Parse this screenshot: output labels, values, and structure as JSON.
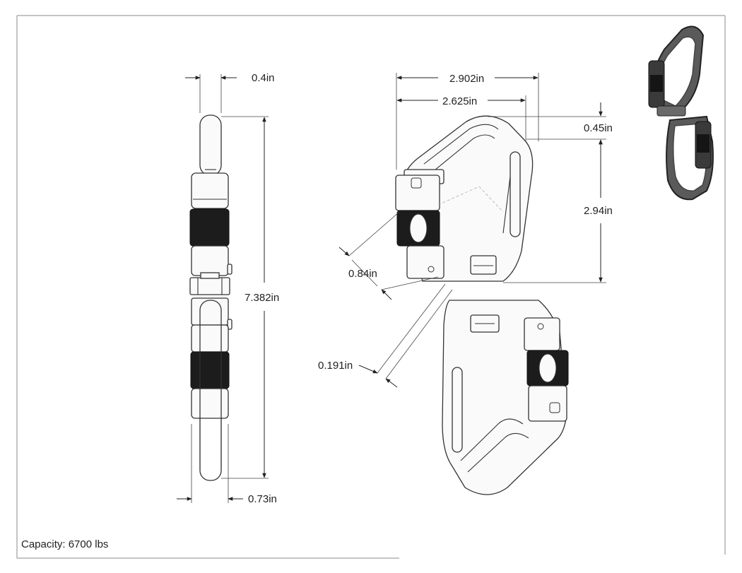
{
  "capacity_label": "Capacity: 6700 lbs",
  "dimensions": {
    "side_width": "0.4in",
    "side_height": "7.382in",
    "side_base": "0.73in",
    "overall_width": "2.902in",
    "body_width": "2.625in",
    "top_offset": "0.45in",
    "gate_height": "2.94in",
    "gate_opening": "0.84in",
    "wire_diameter": "0.191in"
  },
  "colors": {
    "line": "#333333",
    "knurl": "#1c1c1c",
    "frame": "#888888",
    "background": "#ffffff"
  }
}
